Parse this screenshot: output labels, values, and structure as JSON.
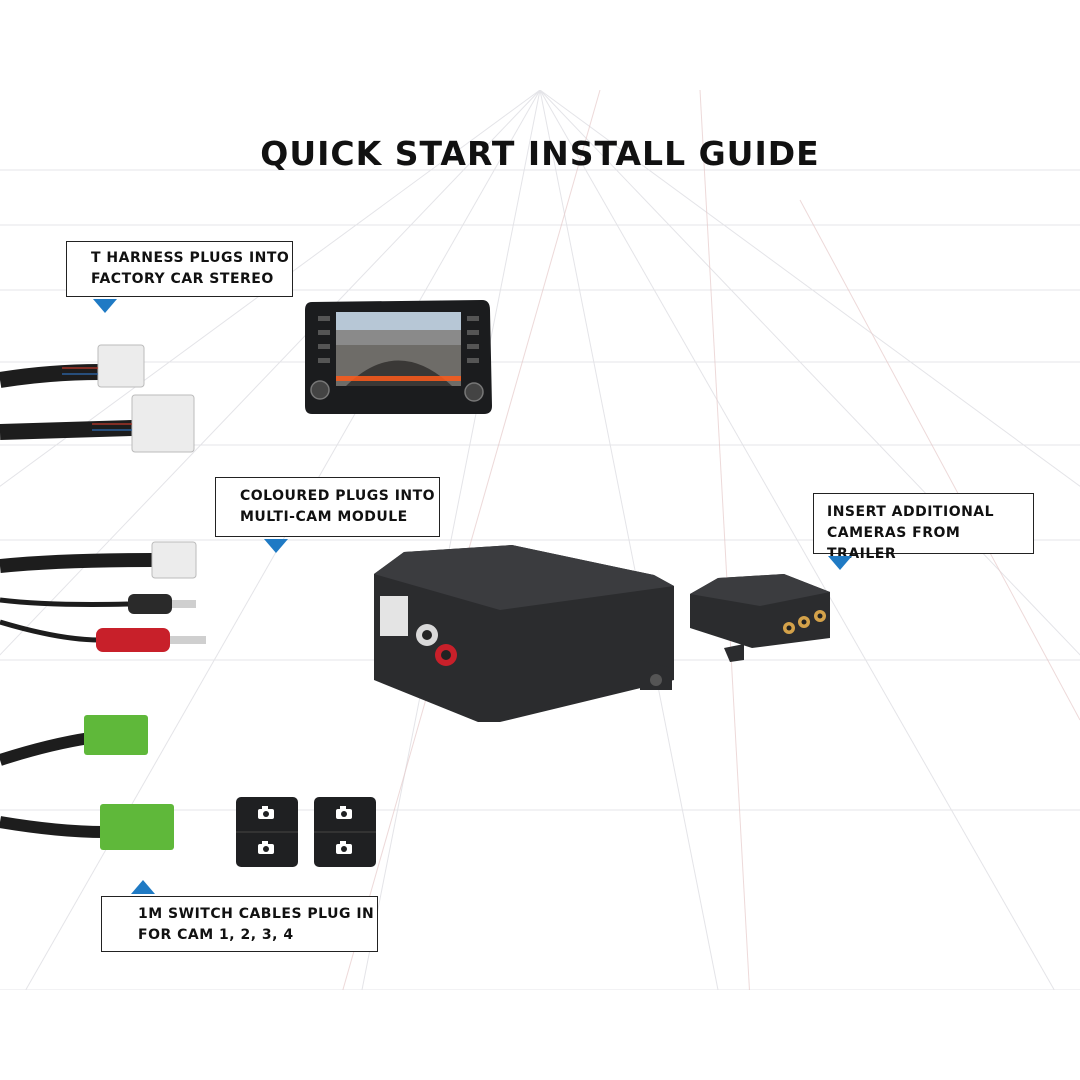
{
  "title": "Quick Start Install Guide",
  "callouts": {
    "t_harness": {
      "line1": "T Harness plugs into",
      "line2": "factory car stereo"
    },
    "coloured_plugs": {
      "line1": "Coloured plugs into",
      "line2": "multi-cam module"
    },
    "additional_cameras": {
      "line1": "Insert additional",
      "line2": "cameras from trailer"
    },
    "switch_cables": {
      "line1": "1m switch cables plug in",
      "line2": "for cam 1, 2, 3, 4"
    }
  },
  "colors": {
    "arrow": "#1f7ac4",
    "module_body": "#2b2c2e",
    "green_connector": "#5fb83a",
    "white_connector": "#e9e9e9",
    "red_rca": "#c8202a"
  },
  "icons": [
    "camera-icon"
  ]
}
